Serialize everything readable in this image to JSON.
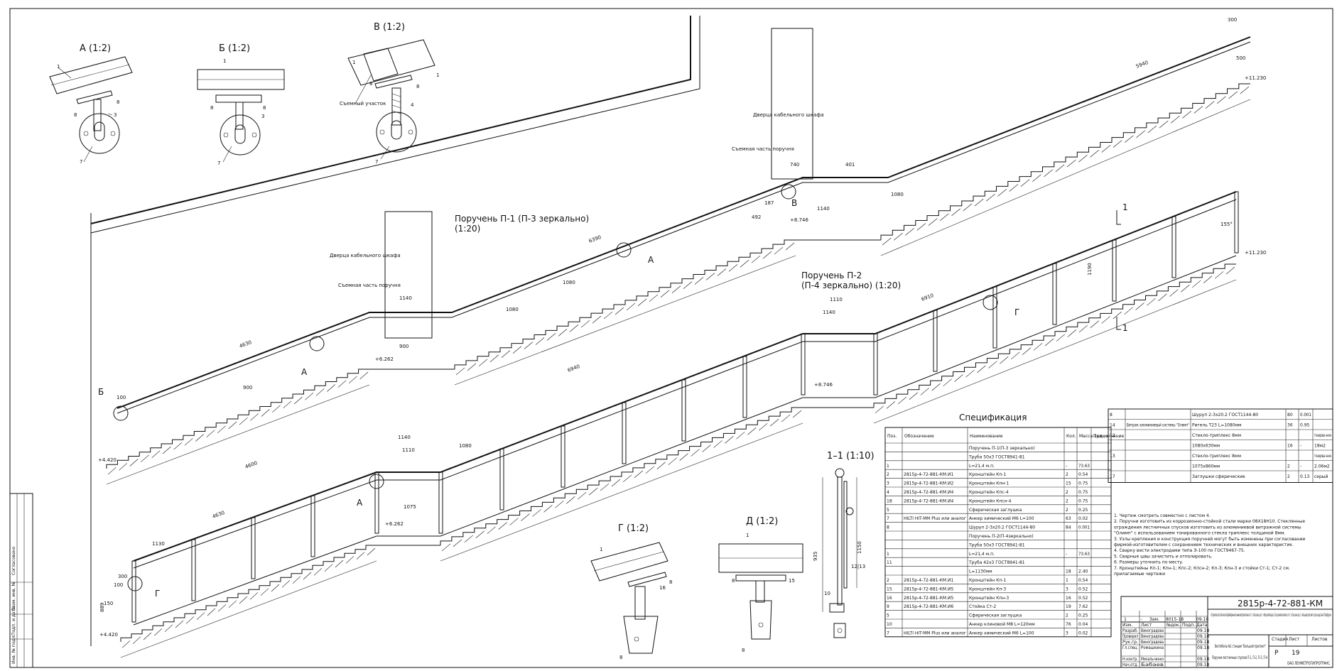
{
  "details": {
    "a": "А (1:2)",
    "b": "Б (1:2)",
    "v": "В (1:2)",
    "g": "Г (1:2)",
    "d": "Д (1:2)",
    "section": "1–1 (1:10)",
    "removable_section": "Съемный участок"
  },
  "views": {
    "p1_title": "Поручень П-1 (П-3 зеркально)",
    "p1_scale": "(1:20)",
    "p2_title": "Поручень П-2",
    "p2_scale": "(П-4 зеркально) (1:20)",
    "cabinet_door": "Дверца кабельного шкафа",
    "removable_part": "Съемная часть поручня",
    "callout_a": "А",
    "callout_b": "Б",
    "callout_v": "В",
    "callout_g": "Г",
    "callout_1": "1"
  },
  "dimensions": {
    "top": [
      "300",
      "5940",
      "740",
      "401",
      "1080",
      "1140",
      "492",
      "+11.230",
      "+8.746",
      "187",
      "155°",
      "500"
    ],
    "p1": [
      "6390",
      "1080",
      "1080",
      "1140",
      "4630",
      "900",
      "900",
      "+6.262",
      "+4.420",
      "100"
    ],
    "p2": [
      "6910",
      "6940",
      "1110",
      "1140",
      "1140",
      "1110",
      "1080",
      "1075",
      "4600",
      "4630",
      "1130",
      "1190",
      "+11.230",
      "+8.746",
      "+6.262",
      "+4.420",
      "889",
      "150",
      "300",
      "100"
    ],
    "section": [
      "935",
      "1150",
      "12|13",
      "10"
    ]
  },
  "spec": {
    "title": "Спецификация",
    "headers": [
      "Поз.",
      "Обозначение",
      "Наименование",
      "Кол.",
      "Масса 1ед., кг",
      "Приме- чание"
    ],
    "rows": [
      [
        "",
        "",
        "Поручень П-1(П-3 зеркально)",
        "",
        "",
        ""
      ],
      [
        "",
        "",
        "Труба 50х3 ГОСТ8941-81",
        "",
        "",
        ""
      ],
      [
        "1",
        "",
        "L=21,4 м.п.",
        "-",
        "73.63",
        ""
      ],
      [
        "2",
        "2815р-4-72-881-КМ.И1",
        "Кронштейн Кп-1",
        "2",
        "0.54",
        ""
      ],
      [
        "3",
        "2815р-4-72-881-КМ.И2",
        "Кронштейн Кпн-1",
        "15",
        "0.75",
        ""
      ],
      [
        "4",
        "2815р-4-72-881-КМ.И4",
        "Кронштейн Кпс-4",
        "2",
        "0.75",
        ""
      ],
      [
        "18",
        "2815р-4-72-881-КМ.И4",
        "Кронштейн Кпсн-4",
        "2",
        "0.75",
        ""
      ],
      [
        "5",
        "",
        "Сферическая заглушка",
        "2",
        "0.25",
        ""
      ],
      [
        "7",
        "HILTI HIT-MM Plus или аналог",
        "Анкер химический М6 L=100",
        "63",
        "0.02",
        ""
      ],
      [
        "8",
        "",
        "Шуруп 2-3х20.2 ГОСТ1144-80",
        "84",
        "0.001",
        ""
      ],
      [
        "",
        "",
        "Поручень П-2(П-4зеркально)",
        "",
        "",
        ""
      ],
      [
        "",
        "",
        "Труба 50х3 ГОСТ8941-81",
        "",
        "",
        ""
      ],
      [
        "1",
        "",
        "L=21,4 м.п.",
        "-",
        "73.63",
        ""
      ],
      [
        "11",
        "",
        "Труба 42х3 ГОСТ8941-81",
        "",
        "",
        ""
      ],
      [
        "",
        "",
        "L=1130мм",
        "18",
        "2.40",
        ""
      ],
      [
        "2",
        "2815р-4-72-881-КМ.И1",
        "Кронштейн Кп-1",
        "1",
        "0.54",
        ""
      ],
      [
        "15",
        "2815р-4-72-881-КМ.И5",
        "Кронштейн Кп-3",
        "3",
        "0.52",
        ""
      ],
      [
        "16",
        "2815р-4-72-881-КМ.И5",
        "Кронштейн Кпн-3",
        "16",
        "0.52",
        ""
      ],
      [
        "9",
        "2815р-4-72-881-КМ.И6",
        "Стойка Ст-2",
        "19",
        "7.62",
        ""
      ],
      [
        "5",
        "",
        "Сферическая заглушка",
        "2",
        "0.25",
        ""
      ],
      [
        "10",
        "",
        "Анкер клиновой М8 L=120мм",
        "76",
        "0.04",
        ""
      ],
      [
        "7",
        "HILTI HIT-MM Plus или аналог",
        "Анкер химический М6 L=100",
        "3",
        "0.02",
        ""
      ]
    ]
  },
  "spec2": {
    "rows": [
      [
        "8",
        "",
        "Шуруп 2-3х20.2 ГОСТ1144-80",
        "80",
        "0.001",
        ""
      ],
      [
        "14",
        "Витраж алюминиевый системы \"Олимп\"",
        "Ригель Т23 L=1080мм",
        "36",
        "0.95",
        ""
      ],
      [
        "12",
        "",
        "Стекло-триплекс 8мм",
        "",
        "",
        "тонирова нное"
      ],
      [
        "",
        "",
        "1080х630мм",
        "16",
        "-",
        "18м2"
      ],
      [
        "13",
        "",
        "Стекло-триплекс 8мм",
        "",
        "",
        "тонирова нное"
      ],
      [
        "",
        "",
        "1075х860мм",
        "2",
        "-",
        "2.06м2"
      ],
      [
        "17",
        "",
        "Заглушки сферические",
        "2",
        "0.13",
        "серый"
      ]
    ]
  },
  "notes": [
    "1. Чертеж смотреть совместно с листом 4.",
    "2. Поручни изготовить из коррозионно-стойкой стали марки 08Х18Н10. Стеклянные",
    "ограждения лестничных спусков изготовить из алюминиевой витражной системы",
    "\"Олимп\" с использованием тонированного стекла триплекс толщиной 8мм.",
    "3. Узлы крепления и конструкция поручней могут быть изменены при согласовании",
    "фирмой-изготовителем с сохранением технических и внешних характеристик.",
    "4. Сварку вести электродами типа Э-100 по ГОСТ9467-75.",
    "5. Сварные швы зачистить и отполировать.",
    "6. Размеры уточнить по месту.",
    "7. Кронштейны Кп-1; Кпн-1; Кпс-2; Кпсн-2; Кп-3; Кпн-3 и стойки Ст-1; Ст-2 см.",
    "прилагаемые чертежи"
  ],
  "title_block": {
    "code": "2815р-4-72-881-КМ",
    "project": "«Строительство Лахтинско-Правобережной линии метрополитена от ст. «Спасская» до ст. «Морской Фасад» (1-й пусковой комплекс от ст. «Спасская» до ст. «Большой проспект») для нужд Санкт-Петербурга»",
    "object": "Вестибюль №1 станции \"Большой проспект\"",
    "sheet_title": "Поручни лестничных спусков П-1, П-2, П-3, П-4",
    "stage_label": "Стадия",
    "sheet_label": "Лист",
    "sheets_label": "Листов",
    "stage": "Р",
    "sheet": "19",
    "org": "ОАО ЛЕНМЕТРОГИПРОТРАНС",
    "roles": [
      "Разраб.",
      "Проверил",
      "Рук.гр.",
      "Гл.спец.",
      "Н.контр.",
      "Нач.отд."
    ],
    "people": [
      "Виноградова",
      "Виноградова",
      "Виноградова",
      "Ромашкина",
      "Михальченко",
      "Бабаев"
    ],
    "dates": [
      "09.18",
      "09.18",
      "09.18",
      "09.18",
      "09.18",
      "09.18"
    ],
    "head": [
      "Изм.",
      "Кол.уч",
      "Лист",
      "№док.",
      "Подп.",
      "Дата"
    ],
    "rev": [
      "1",
      "-",
      "Зам.",
      "8015-18",
      "",
      "09.18"
    ]
  },
  "side_stamp": {
    "labels": [
      "Согласовано",
      "Взам. инв. №",
      "Подп. и дата",
      "Инв. № подл."
    ]
  }
}
